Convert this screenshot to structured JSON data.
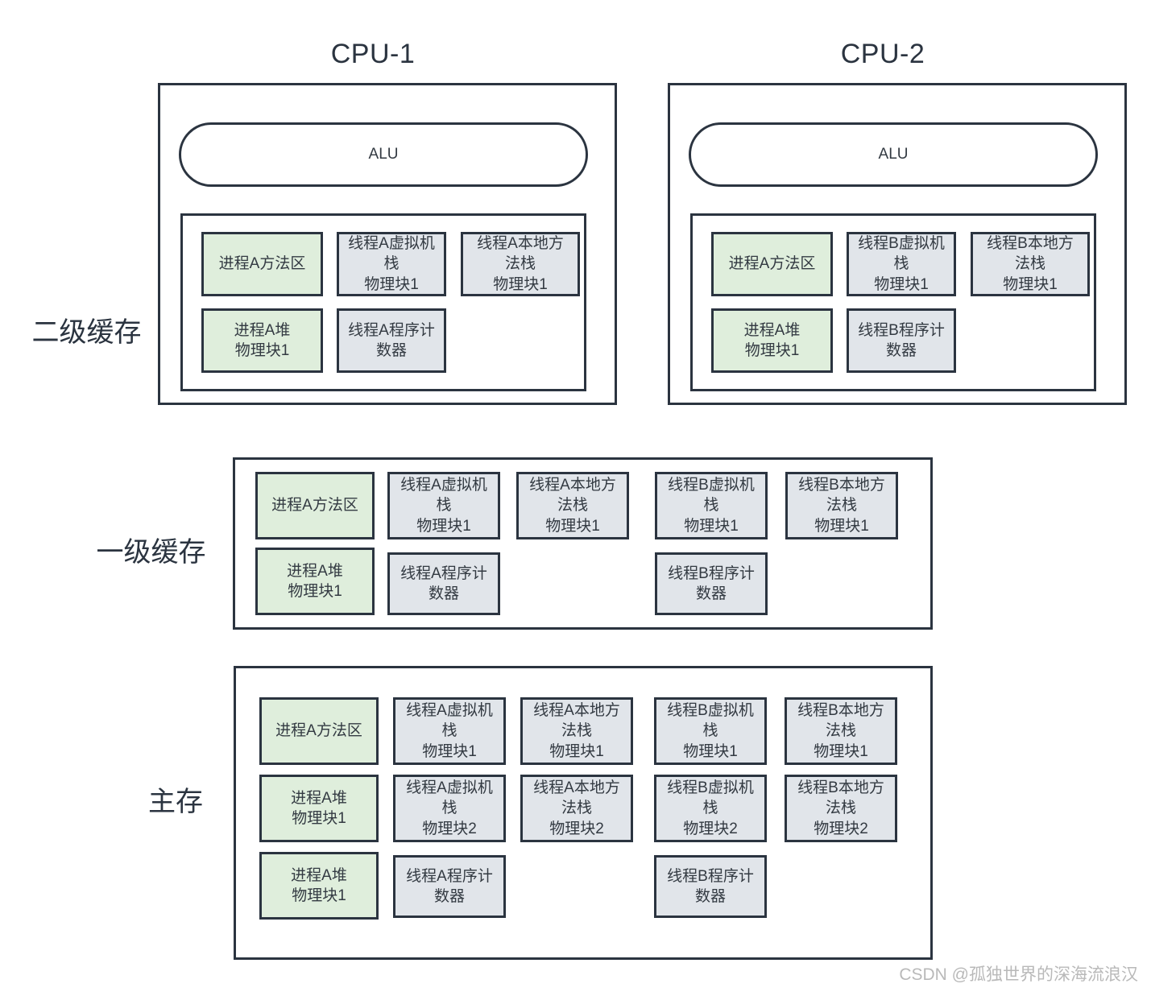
{
  "diagram": {
    "title_cpu1": "CPU-1",
    "title_cpu2": "CPU-2",
    "alu_label": "ALU",
    "row_labels": {
      "l2": "二级缓存",
      "l1": "一级缓存",
      "main": "主存"
    },
    "watermark": "CSDN @孤独世界的深海流浪汉",
    "colors": {
      "stroke": "#2b3440",
      "green_fill": "#dfeedc",
      "grey_fill": "#e1e5ea",
      "text": "#333a42",
      "watermark": "#b9b9b9"
    }
  },
  "cpu1_cells": [
    {
      "label": "进程A方法区",
      "fill": "green"
    },
    {
      "label": "线程A虚拟机\n栈\n物理块1",
      "fill": "grey"
    },
    {
      "label": "线程A本地方\n法栈\n物理块1",
      "fill": "grey"
    },
    {
      "label": "进程A堆\n物理块1",
      "fill": "green"
    },
    {
      "label": "线程A程序计\n数器",
      "fill": "grey"
    }
  ],
  "cpu2_cells": [
    {
      "label": "进程A方法区",
      "fill": "green"
    },
    {
      "label": "线程B虚拟机\n栈\n物理块1",
      "fill": "grey"
    },
    {
      "label": "线程B本地方\n法栈\n物理块1",
      "fill": "grey"
    },
    {
      "label": "进程A堆\n物理块1",
      "fill": "green"
    },
    {
      "label": "线程B程序计\n数器",
      "fill": "grey"
    }
  ],
  "l1_cells": [
    {
      "label": "进程A方法区",
      "fill": "green"
    },
    {
      "label": "线程A虚拟机\n栈\n物理块1",
      "fill": "grey"
    },
    {
      "label": "线程A本地方\n法栈\n物理块1",
      "fill": "grey"
    },
    {
      "label": "线程B虚拟机\n栈\n物理块1",
      "fill": "grey"
    },
    {
      "label": "线程B本地方\n法栈\n物理块1",
      "fill": "grey"
    },
    {
      "label": "进程A堆\n物理块1",
      "fill": "green"
    },
    {
      "label": "线程A程序计\n数器",
      "fill": "grey"
    },
    {
      "label": "线程B程序计\n数器",
      "fill": "grey"
    }
  ],
  "main_cells": [
    {
      "label": "进程A方法区",
      "fill": "green"
    },
    {
      "label": "线程A虚拟机\n栈\n物理块1",
      "fill": "grey"
    },
    {
      "label": "线程A本地方\n法栈\n物理块1",
      "fill": "grey"
    },
    {
      "label": "线程B虚拟机\n栈\n物理块1",
      "fill": "grey"
    },
    {
      "label": "线程B本地方\n法栈\n物理块1",
      "fill": "grey"
    },
    {
      "label": "进程A堆\n物理块1",
      "fill": "green"
    },
    {
      "label": "线程A虚拟机\n栈\n物理块2",
      "fill": "grey"
    },
    {
      "label": "线程A本地方\n法栈\n物理块2",
      "fill": "grey"
    },
    {
      "label": "线程B虚拟机\n栈\n物理块2",
      "fill": "grey"
    },
    {
      "label": "线程B本地方\n法栈\n物理块2",
      "fill": "grey"
    },
    {
      "label": "进程A堆\n物理块1",
      "fill": "green"
    },
    {
      "label": "线程A程序计\n数器",
      "fill": "grey"
    },
    {
      "label": "线程B程序计\n数器",
      "fill": "grey"
    }
  ]
}
